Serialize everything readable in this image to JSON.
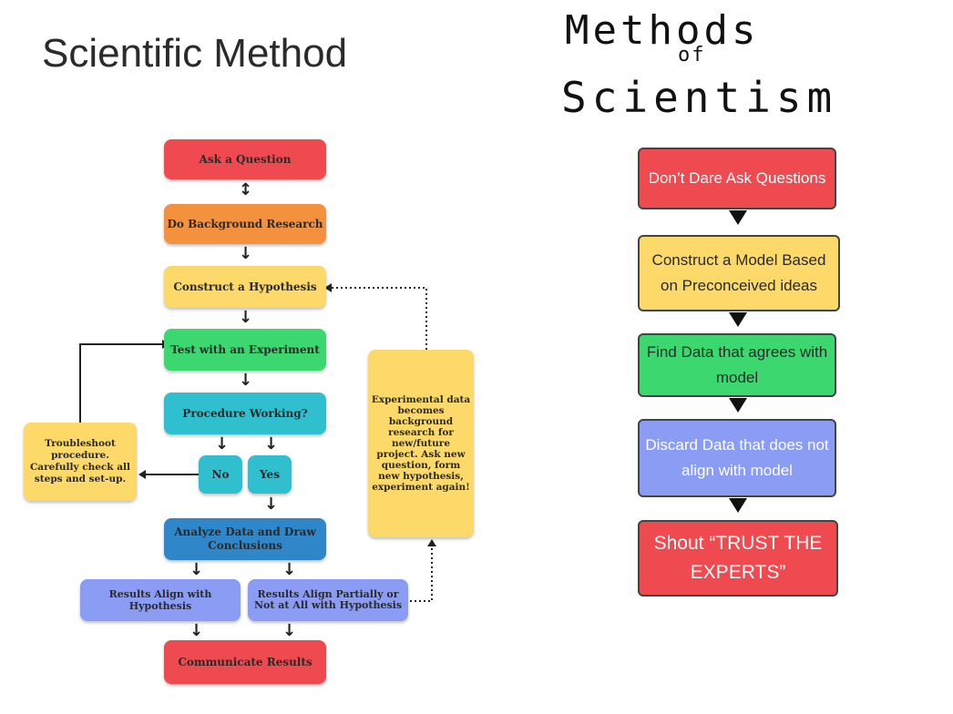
{
  "left_title": "Scientific Method",
  "handwritten": {
    "line1": "Methods",
    "line2": "of",
    "line3": "Scientism"
  },
  "left_steps": {
    "ask": "Ask a Question",
    "research": "Do Background Research",
    "hypothesis": "Construct a Hypothesis",
    "test": "Test with an Experiment",
    "procedure": "Procedure Working?",
    "no": "No",
    "yes": "Yes",
    "troubleshoot": "Troubleshoot procedure. Carefully check all steps and set-up.",
    "analyze": "Analyze Data and Draw Conclusions",
    "align": "Results Align with Hypothesis",
    "partial": "Results Align Partially or Not at All with Hypothesis",
    "communicate": "Communicate Results",
    "experimental": "Experimental data becomes background research for new/future project. Ask new question, form new hypothesis, experiment again!"
  },
  "right_steps": {
    "dont_ask": "Don’t Dare Ask Questions",
    "model": "Construct a Model Based on Preconceived ideas",
    "find": "Find Data that agrees with model",
    "discard": "Discard Data that does not align with model",
    "shout": "Shout “TRUST THE EXPERTS”"
  },
  "colors": {
    "red": "#ef4a4f",
    "orange": "#f4913e",
    "yellow": "#fcd968",
    "green": "#3cd86f",
    "teal": "#30bfcf",
    "blue": "#2f86c9",
    "periwinkle": "#8b9cf4"
  }
}
